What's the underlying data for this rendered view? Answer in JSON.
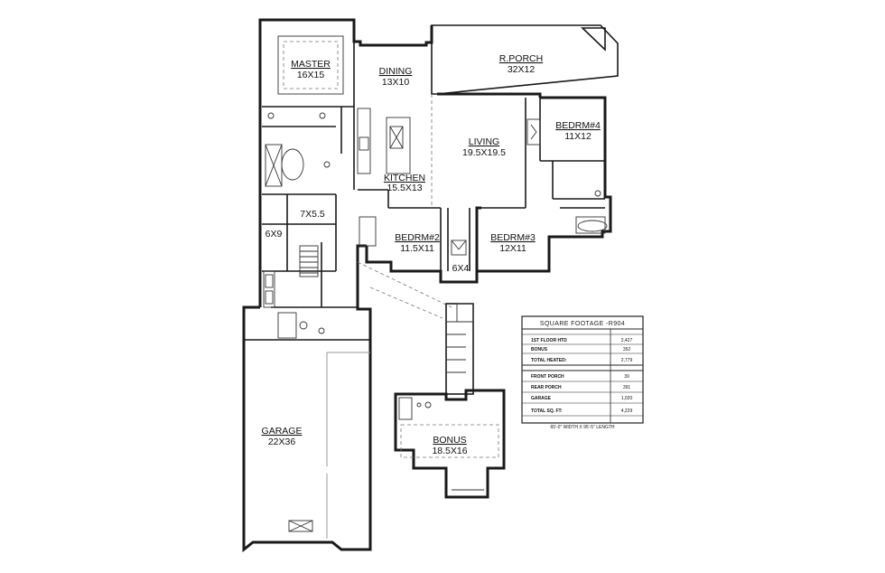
{
  "rooms": {
    "master": {
      "name": "MASTER",
      "size": "16X15"
    },
    "dining": {
      "name": "DINING",
      "size": "13X10"
    },
    "porch": {
      "name": "R.PORCH",
      "size": "32X12"
    },
    "living": {
      "name": "LIVING",
      "size": "19.5X19.5"
    },
    "bedrm4": {
      "name": "BEDRM#4",
      "size": "11X12"
    },
    "kitchen": {
      "name": "KITCHEN",
      "size": "15.5X13"
    },
    "closet": {
      "name": "7X5.5"
    },
    "laundry": {
      "name": "6X9"
    },
    "bedrm2": {
      "name": "BEDRM#2",
      "size": "11.5X11"
    },
    "bedrm3": {
      "name": "BEDRM#3",
      "size": "12X11"
    },
    "hall": {
      "name": "6X4"
    },
    "garage": {
      "name": "GARAGE",
      "size": "22X36"
    },
    "bonus": {
      "name": "BONUS",
      "size": "18.5X16"
    }
  },
  "sqft_table": {
    "title": "SQUARE FOOTAGE -R904",
    "rows": [
      {
        "label": "1ST FLOOR HTD",
        "value": "2,427"
      },
      {
        "label": "BONUS",
        "value": "352"
      },
      {
        "label": "TOTAL HEATED:",
        "value": "2,779"
      },
      {
        "label": "FRONT PORCH",
        "value": "39"
      },
      {
        "label": "REAR PORCH",
        "value": "391"
      },
      {
        "label": "GARAGE",
        "value": "1,020"
      },
      {
        "label": "TOTAL SQ. FT:",
        "value": "4,229"
      }
    ],
    "footnote": "65'-0\" WIDTH X 95'-5\" LENGTH"
  }
}
